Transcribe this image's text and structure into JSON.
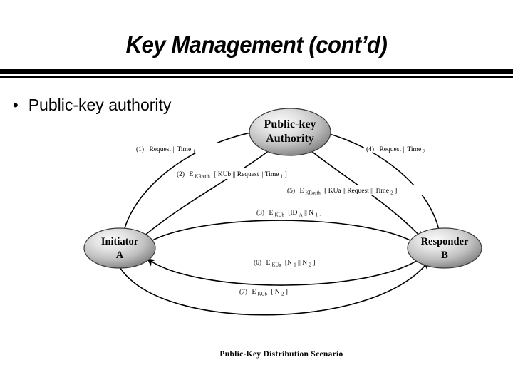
{
  "slide": {
    "title": "Key Management (cont’d)",
    "bullet_marker": "•",
    "bullet_text": "Public-key authority"
  },
  "diagram": {
    "caption": "Public-Key Distribution Scenario",
    "nodes": [
      {
        "id": "authority",
        "line1": "Public-key",
        "line2": "Authority"
      },
      {
        "id": "initiator",
        "line1": "Initiator",
        "line2": "A"
      },
      {
        "id": "responder",
        "line1": "Responder",
        "line2": "B"
      }
    ],
    "messages": [
      {
        "num": "(1)",
        "pre": "Request || Time",
        "sub": "1",
        "post": "",
        "from": "Initiator A",
        "to": "Public-key Authority"
      },
      {
        "num": "(2)",
        "pre": "E",
        "key": "KRauth",
        "body_pre": "[ KUb || Request || Time",
        "sub": "1",
        "post": " ]",
        "from": "Public-key Authority",
        "to": "Initiator A"
      },
      {
        "num": "(3)",
        "pre": "E",
        "key": "KUb",
        "body_pre": "[ID",
        "sub": "A",
        "post": " || N",
        "sub2": "1",
        "post2": "]",
        "from": "Initiator A",
        "to": "Responder B"
      },
      {
        "num": "(4)",
        "pre": "Request || Time",
        "sub": "2",
        "post": "",
        "from": "Responder B",
        "to": "Public-key Authority"
      },
      {
        "num": "(5)",
        "pre": "E",
        "key": "KRauth",
        "body_pre": "[ KUa || Request || Time",
        "sub": "2",
        "post": " ]",
        "from": "Public-key Authority",
        "to": "Responder B"
      },
      {
        "num": "(6)",
        "pre": "E",
        "key": "KUa",
        "body_pre": "[N",
        "sub": "1",
        "post": " || N",
        "sub2": "2",
        "post2": "]",
        "from": "Responder B",
        "to": "Initiator A"
      },
      {
        "num": "(7)",
        "pre": "E",
        "key": "KUb",
        "body_pre": "[ N",
        "sub": "2",
        "post": " ]",
        "from": "Initiator A",
        "to": "Responder B"
      }
    ],
    "label_text": {
      "m1_num": "(1)",
      "m1_a": "Request || Time",
      "m1_sub": "1",
      "m2_num": "(2)",
      "m2_e": "E",
      "m2_key": "KRauth",
      "m2_body": "[ KUb || Request || Time",
      "m2_sub": "1",
      "m2_tail": " ]",
      "m3_num": "(3)",
      "m3_e": "E",
      "m3_key": "KUb",
      "m3_body": "[ID",
      "m3_sub": "A",
      "m3_mid": " || N",
      "m3_sub2": "1",
      "m3_tail": "]",
      "m4_num": "(4)",
      "m4_a": "Request || Time",
      "m4_sub": "2",
      "m5_num": "(5)",
      "m5_e": "E",
      "m5_key": "KRauth",
      "m5_body": "[ KUa || Request || Time",
      "m5_sub": "2",
      "m5_tail": " ]",
      "m6_num": "(6)",
      "m6_e": "E",
      "m6_key": "KUa",
      "m6_body": "[N",
      "m6_sub": "1",
      "m6_mid": " || N",
      "m6_sub2": "2",
      "m6_tail": "]",
      "m7_num": "(7)",
      "m7_e": "E",
      "m7_key": "KUb",
      "m7_body": "[ N",
      "m7_sub": "2",
      "m7_tail": " ]"
    }
  },
  "colors": {
    "background": "#ffffff",
    "ink": "#000000",
    "node_fill_light": "#f2f2f2",
    "node_fill_mid": "#bdbdbd",
    "node_fill_dark": "#6e6e6e"
  }
}
